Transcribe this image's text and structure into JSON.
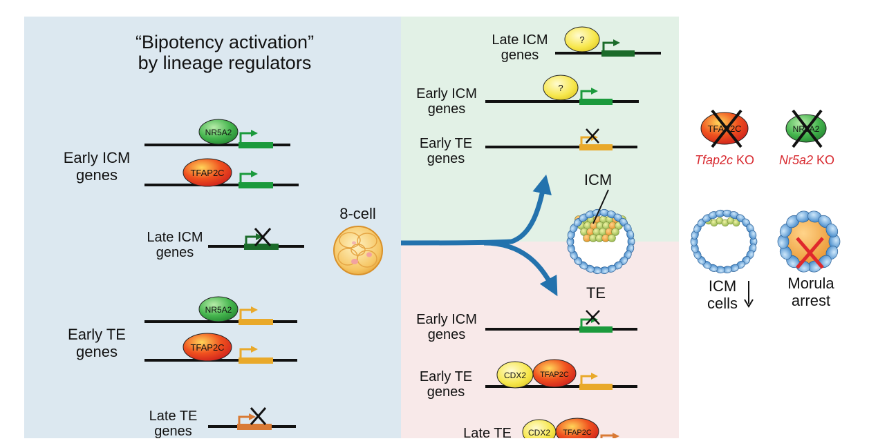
{
  "title": {
    "line1": "“Bipotency activation”",
    "line2": "by lineage regulators"
  },
  "left": {
    "early_icm": {
      "line1": "Early ICM",
      "line2": "genes"
    },
    "late_icm": {
      "line1": "Late ICM",
      "line2": "genes"
    },
    "early_te": {
      "line1": "Early TE",
      "line2": "genes"
    },
    "late_te": {
      "line1": "Late TE",
      "line2": "genes"
    }
  },
  "center": {
    "eight_cell": "8-cell",
    "icm": "ICM",
    "te": "TE"
  },
  "icm_branch": {
    "late_icm": {
      "line1": "Late ICM",
      "line2": "genes"
    },
    "early_icm": {
      "line1": "Early ICM",
      "line2": "genes"
    },
    "early_te": {
      "line1": "Early TE",
      "line2": "genes"
    }
  },
  "te_branch": {
    "early_icm": {
      "line1": "Early ICM",
      "line2": "genes"
    },
    "early_te": {
      "line1": "Early TE",
      "line2": "genes"
    },
    "late_te": {
      "line1": "Late TE"
    }
  },
  "factors": {
    "nr5a2": "NR5A2",
    "tfap2c": "TFAP2C",
    "cdx2": "CDX2",
    "unknown": "?"
  },
  "knockout": {
    "tfap2c_gene": "Tfap2c",
    "tfap2c_suffix": " KO",
    "nr5a2_gene": "Nr5a2",
    "nr5a2_suffix": " KO",
    "icm_cells": {
      "line1": "ICM",
      "line2": "cells",
      "arrow": "↓"
    },
    "morula_arrest": {
      "line1": "Morula",
      "line2": "arrest"
    }
  },
  "colors": {
    "left_panel": "#dce8f0",
    "icm_panel": "#e2f1e6",
    "te_panel": "#f8e9e9",
    "arrow": "#2372ad",
    "early_icm_gene": "#1b9a3c",
    "late_icm_gene": "#1b6b2a",
    "te_gene": "#e9a92a",
    "late_te_gene": "#d97a35",
    "ko_text": "#d8292f"
  }
}
